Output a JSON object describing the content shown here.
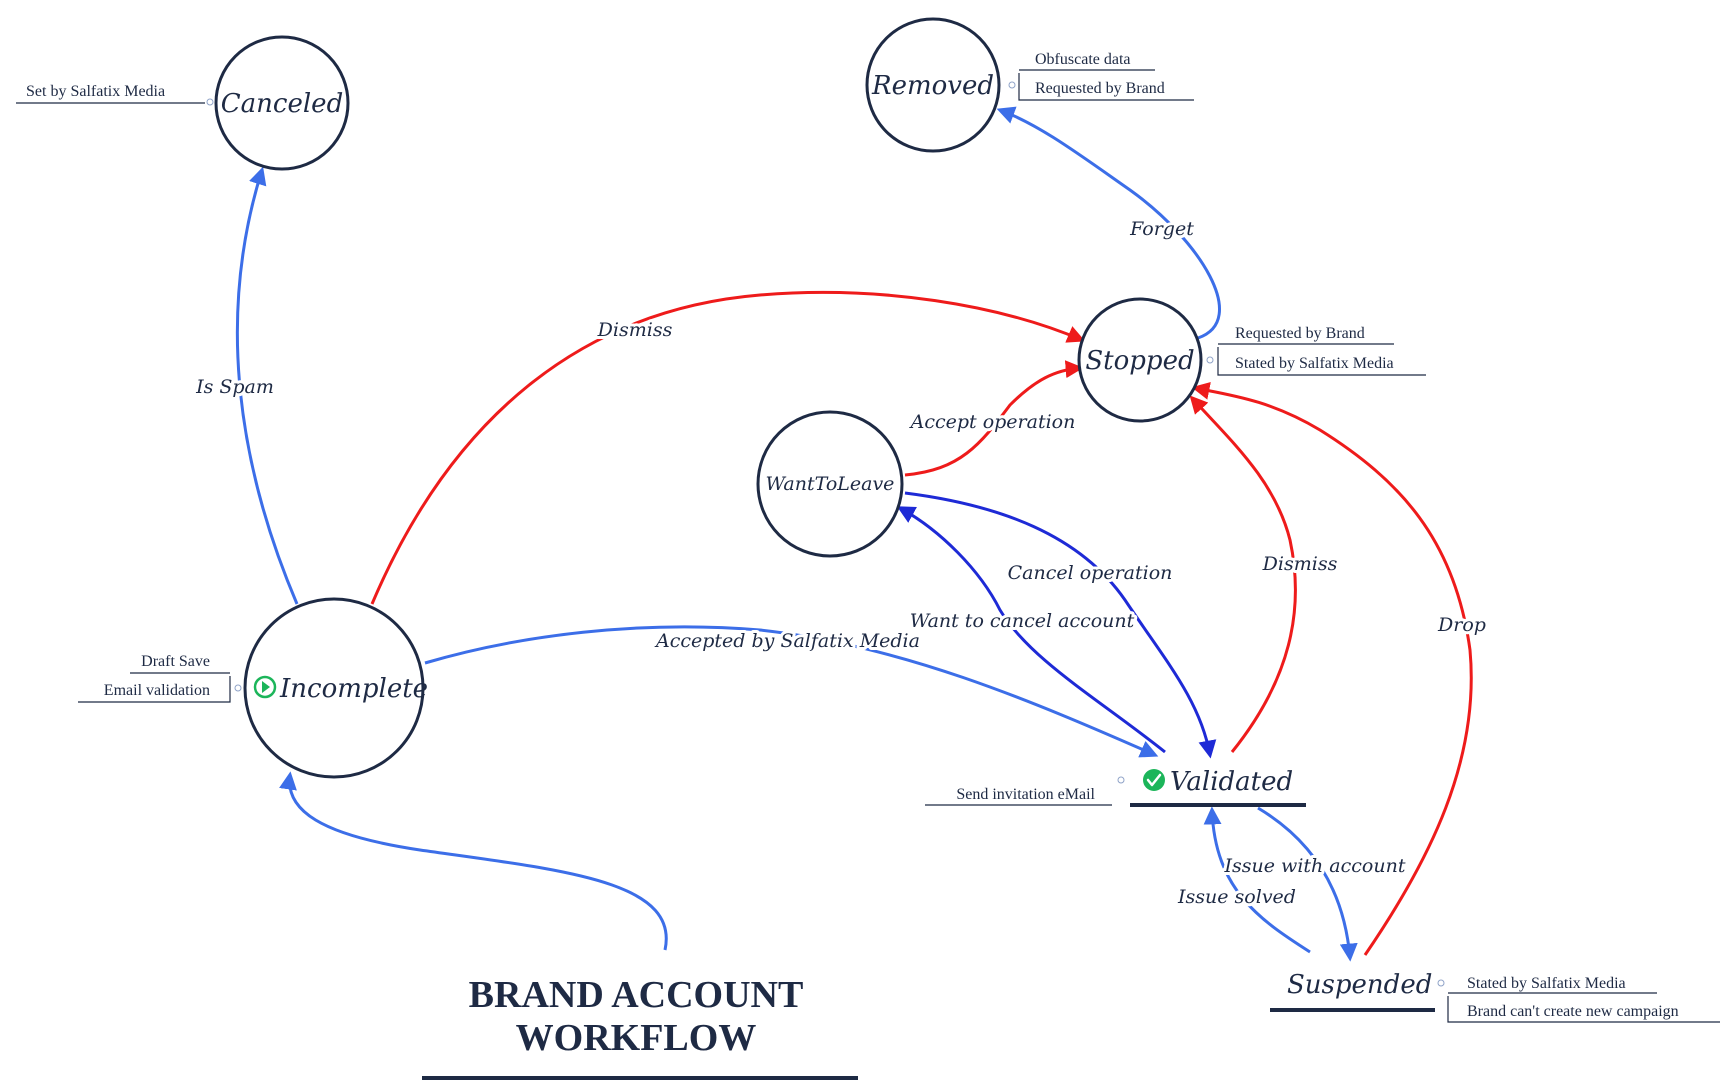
{
  "title": {
    "line1": "BRAND ACCOUNT",
    "line2": "WORKFLOW"
  },
  "colors": {
    "blue": "#3c6ee8",
    "navy": "#1e2ad6",
    "red": "#ee1b1b",
    "dark": "#1e2a44",
    "green": "#1cb55a"
  },
  "states": {
    "canceled": {
      "label": "Canceled"
    },
    "removed": {
      "label": "Removed"
    },
    "stopped": {
      "label": "Stopped"
    },
    "wanttoleave": {
      "label": "WantToLeave"
    },
    "incomplete": {
      "label": "Incomplete",
      "icon": "play-circle-icon"
    },
    "validated": {
      "label": "Validated",
      "icon": "check-circle-icon"
    },
    "suspended": {
      "label": "Suspended"
    }
  },
  "notes": {
    "canceled": [
      "Set by Salfatix Media"
    ],
    "removed": [
      "Obfuscate data",
      "Requested by Brand"
    ],
    "stopped": [
      "Requested by Brand",
      "Stated by Salfatix Media"
    ],
    "incomplete": [
      "Draft Save",
      "Email validation"
    ],
    "validated": [
      "Send invitation eMail"
    ],
    "suspended": [
      "Stated by Salfatix Media",
      "Brand can't create new campaign"
    ]
  },
  "transitions": {
    "is_spam": "Is Spam",
    "dismiss_incomplete": "Dismiss",
    "forget": "Forget",
    "accept_operation": "Accept operation",
    "cancel_operation": "Cancel operation",
    "want_to_cancel": "Want to cancel account",
    "accepted_by_salfatix": "Accepted by Salfatix Media",
    "dismiss_validated": "Dismiss",
    "drop": "Drop",
    "issue_with_account": "Issue with account",
    "issue_solved": "Issue solved"
  }
}
